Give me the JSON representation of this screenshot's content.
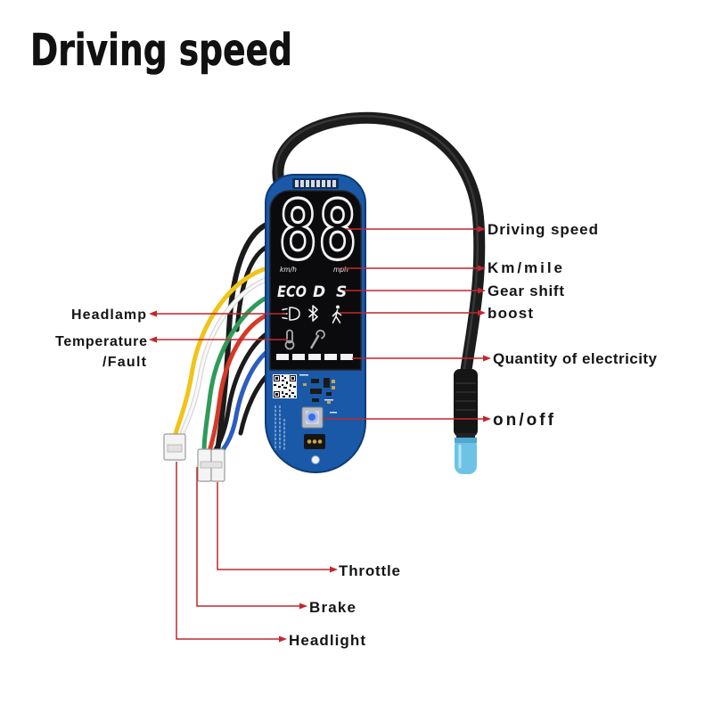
{
  "title": "Driving speed",
  "display": {
    "speed_digits": "88",
    "unit_left": "km/h",
    "unit_right": "mph",
    "gear_modes": [
      "ECO",
      "D",
      "S"
    ],
    "status_icons": [
      "headlamp-icon",
      "bluetooth-icon",
      "walk-icon"
    ],
    "warning_icons": [
      "thermometer-icon",
      "wrench-icon"
    ],
    "battery_segments_lit": 5
  },
  "callouts": {
    "driving_speed": "Driving speed",
    "km_mile": "Km/mile",
    "gear_shift": "Gear shift",
    "boost": "boost",
    "quantity_of_electricity": "Quantity of electricity",
    "on_off": "on/off",
    "headlamp": "Headlamp",
    "temperature_fault": [
      "Temperature",
      "/Fault"
    ],
    "throttle": "Throttle",
    "brake": "Brake",
    "headlight": "Headlight"
  },
  "colors": {
    "board_blue": "#1a59a8",
    "screen_black": "#0b0b0d",
    "callout_red": "#c1272d",
    "plug_tip_blue": "#6cc3e6"
  }
}
